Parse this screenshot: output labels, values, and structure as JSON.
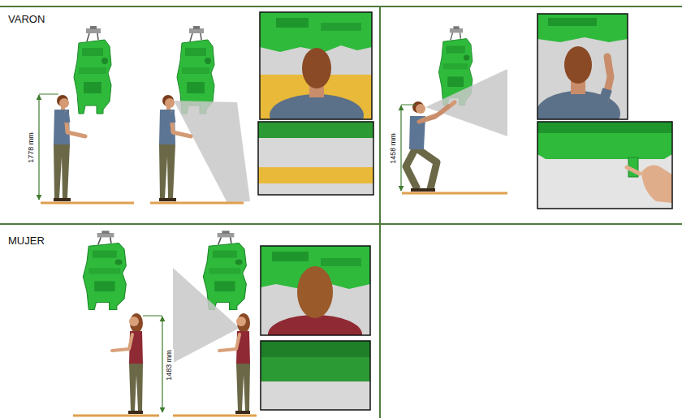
{
  "diagram": {
    "labels": [
      "VARON",
      "1778 mm",
      "1458 mm",
      "MUJER",
      "1483 mm"
    ]
  }
}
